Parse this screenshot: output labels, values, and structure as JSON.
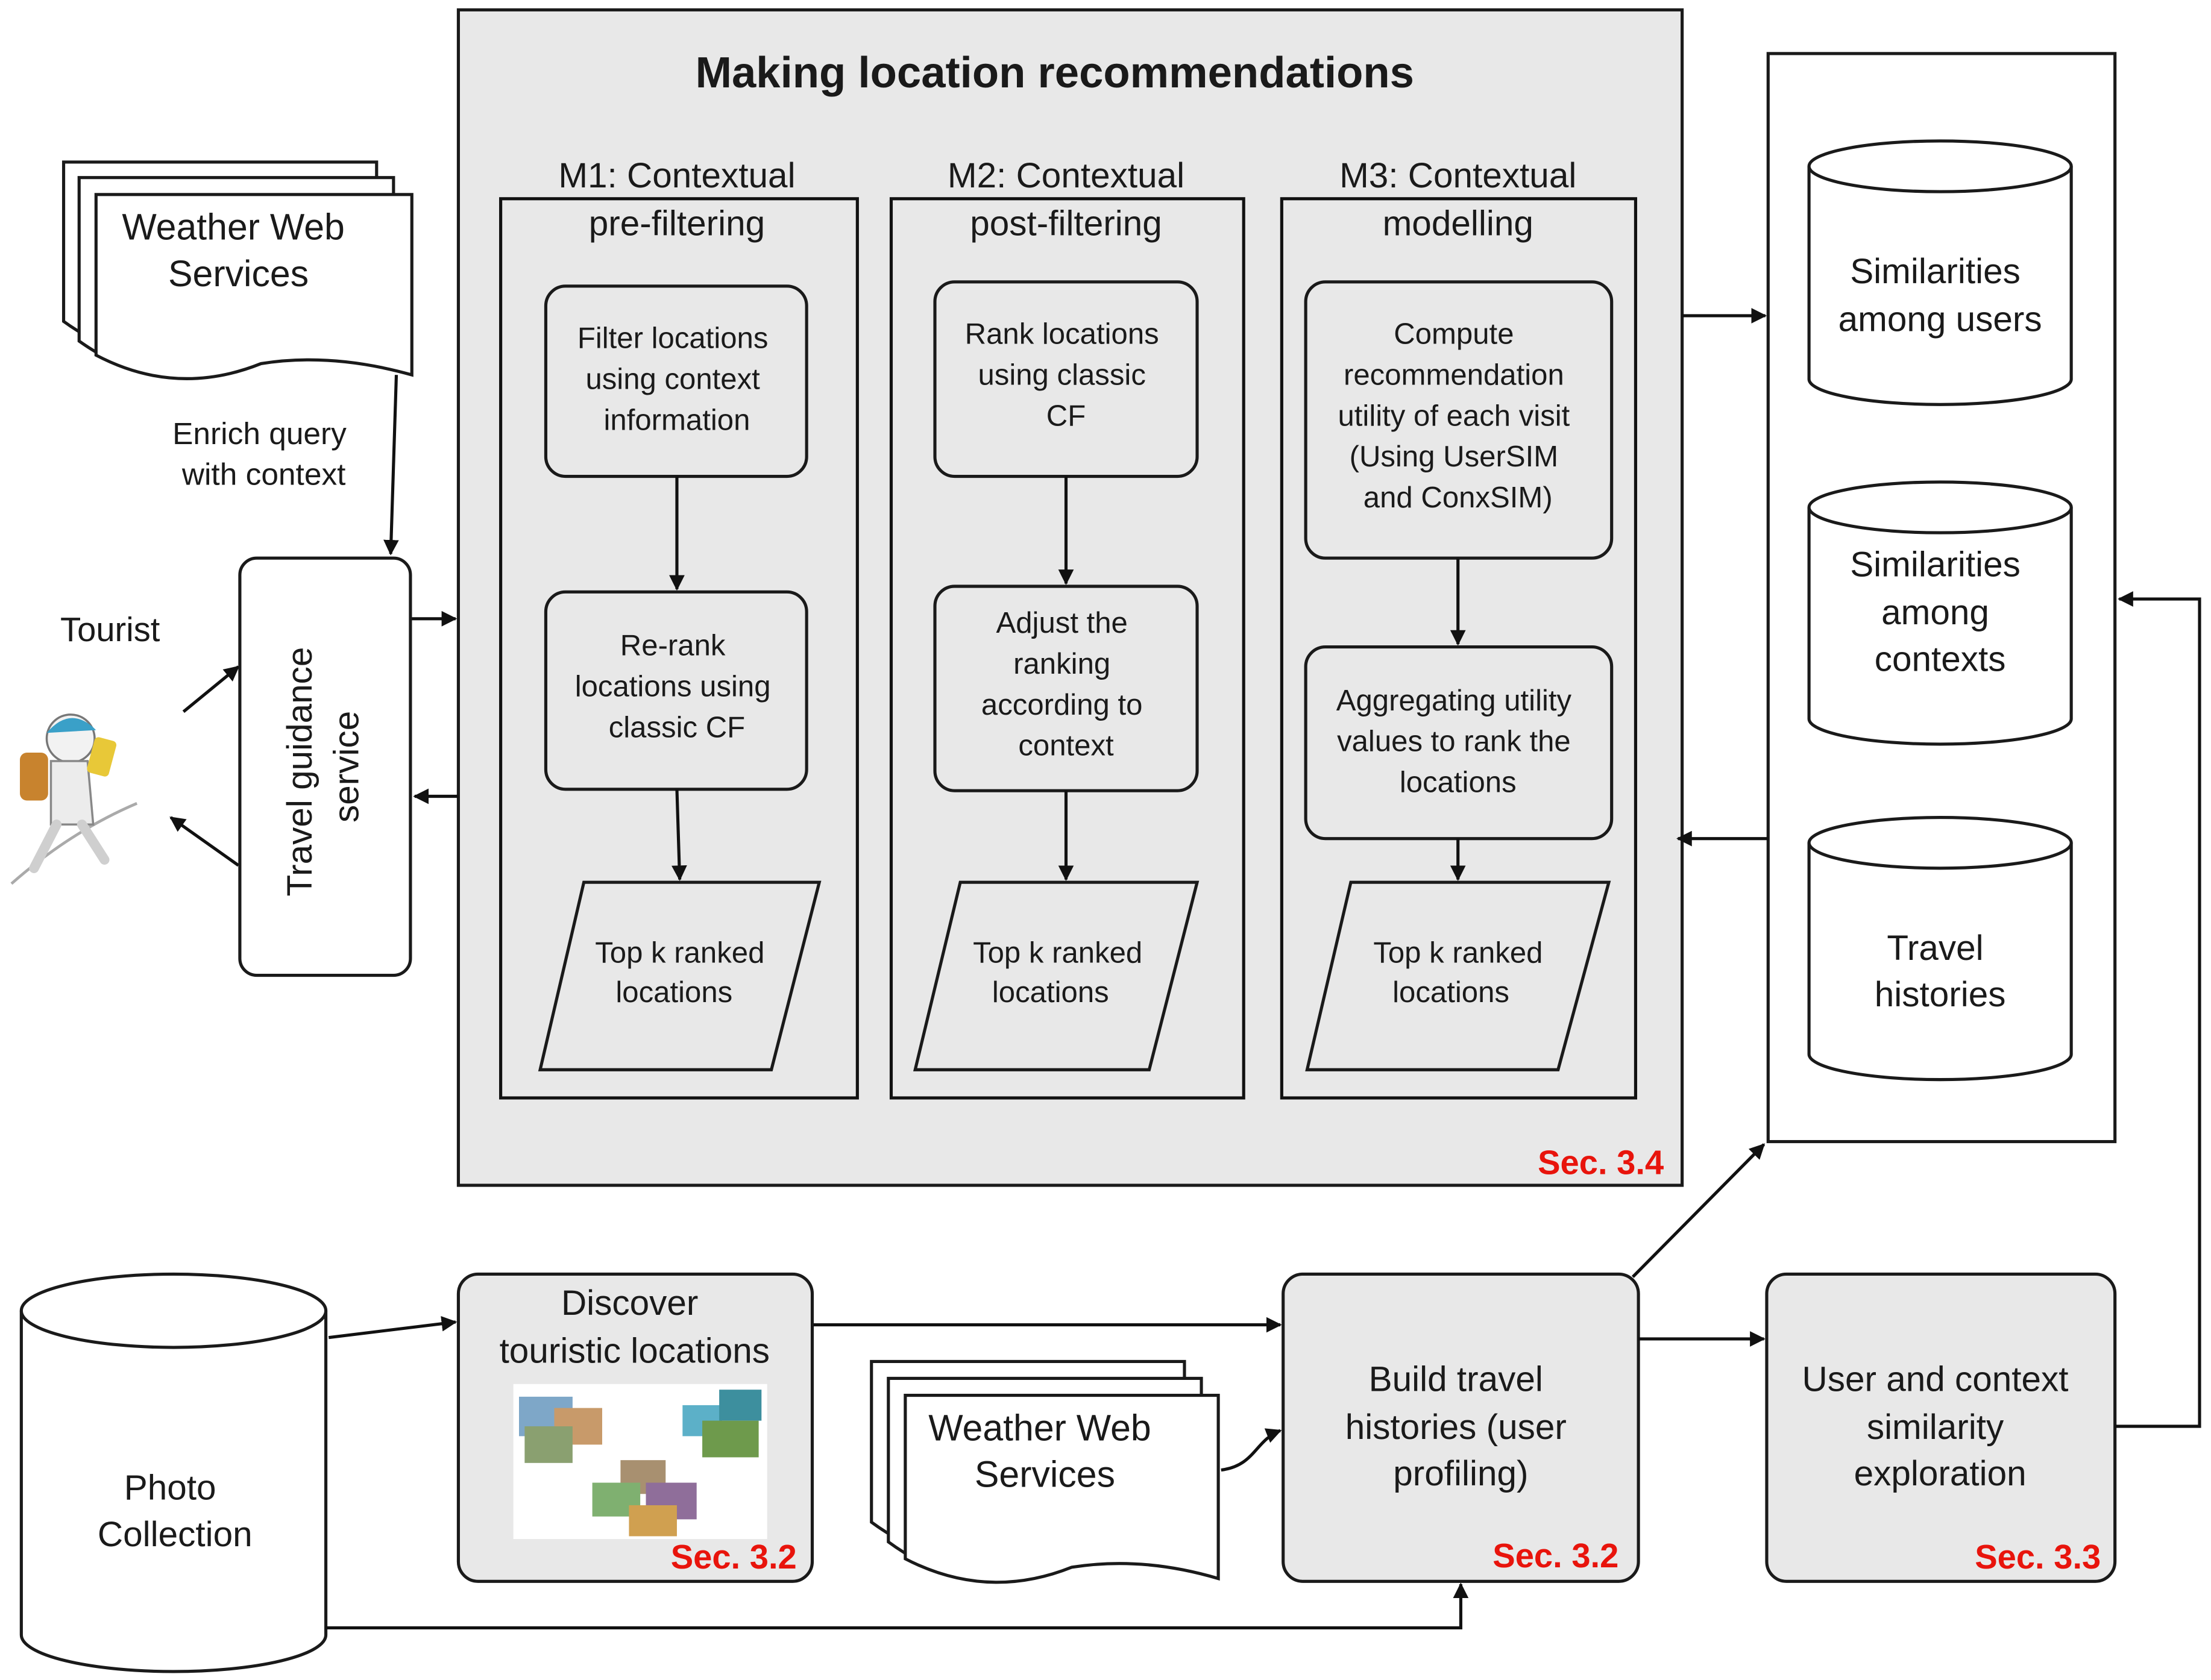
{
  "main_panel": {
    "title": "Making location recommendations",
    "section": "Sec. 3.4"
  },
  "columns": [
    {
      "header_line1": "M1: Contextual",
      "header_line2": "pre-filtering",
      "step1": [
        "Filter locations",
        "using context",
        "information"
      ],
      "step2": [
        "Re-rank",
        "locations using",
        "classic CF"
      ],
      "output": [
        "Top k ranked",
        "locations"
      ]
    },
    {
      "header_line1": "M2: Contextual",
      "header_line2": "post-filtering",
      "step1": [
        "Rank locations",
        "using classic",
        "CF"
      ],
      "step2": [
        "Adjust the",
        "ranking",
        "according to",
        "context"
      ],
      "output": [
        "Top k ranked",
        "locations"
      ]
    },
    {
      "header_line1": "M3: Contextual",
      "header_line2": "modelling",
      "step1": [
        "Compute",
        "recommendation",
        "utility of each visit",
        "(Using UserSIM",
        "and ConxSIM)"
      ],
      "step2": [
        "Aggregating utility",
        "values to rank the",
        "locations"
      ],
      "output": [
        "Top k ranked",
        "locations"
      ]
    }
  ],
  "weather_top": [
    "Weather Web",
    "Services"
  ],
  "enrich_label": [
    "Enrich query",
    "with context"
  ],
  "tourist_label": "Tourist",
  "travel_service": [
    "Travel guidance",
    "service"
  ],
  "databases": [
    [
      "Similarities",
      "among users"
    ],
    [
      "Similarities",
      "among",
      "contexts"
    ],
    [
      "Travel",
      "histories"
    ]
  ],
  "photo_collection": [
    "Photo",
    "Collection"
  ],
  "discover": {
    "label": [
      "Discover",
      "touristic locations"
    ],
    "section": "Sec. 3.2"
  },
  "weather_bottom": [
    "Weather Web",
    "Services"
  ],
  "build": {
    "label": [
      "Build travel",
      "histories (user",
      "profiling)"
    ],
    "section": "Sec. 3.2"
  },
  "similarity": {
    "label": [
      "User and context",
      "similarity",
      "exploration"
    ],
    "section": "Sec. 3.3"
  },
  "colors": {
    "panel_fill": "#e8e8e8",
    "stroke": "#1a1a1a",
    "section_red": "#e8140c"
  }
}
